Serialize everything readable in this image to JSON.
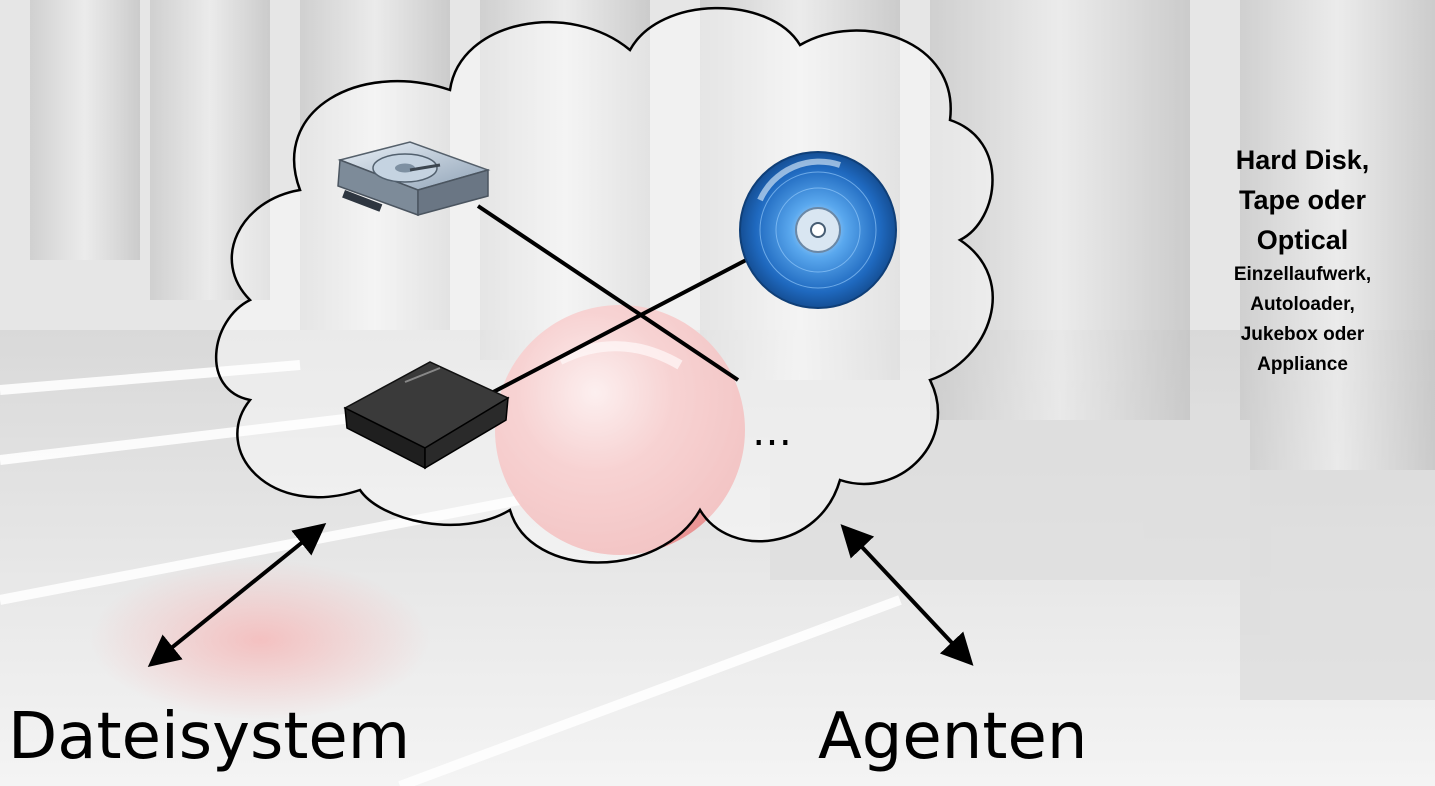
{
  "storage_types": {
    "line1": "Hard Disk,",
    "line2": "Tape oder",
    "line3": "Optical",
    "line4": "Einzellaufwerk,",
    "line5": "Autoloader,",
    "line6": "Jukebox oder",
    "line7": "Appliance"
  },
  "cloud": {
    "ellipsis": "…",
    "icons": [
      "hard-disk-icon",
      "optical-disc-icon",
      "tape-cartridge-icon"
    ]
  },
  "labels": {
    "left": "Dateisystem",
    "right": "Agenten"
  },
  "colors": {
    "sphere": "#f2a4a4",
    "disc": "#2f7fd0",
    "background": "#e9e9e9"
  }
}
